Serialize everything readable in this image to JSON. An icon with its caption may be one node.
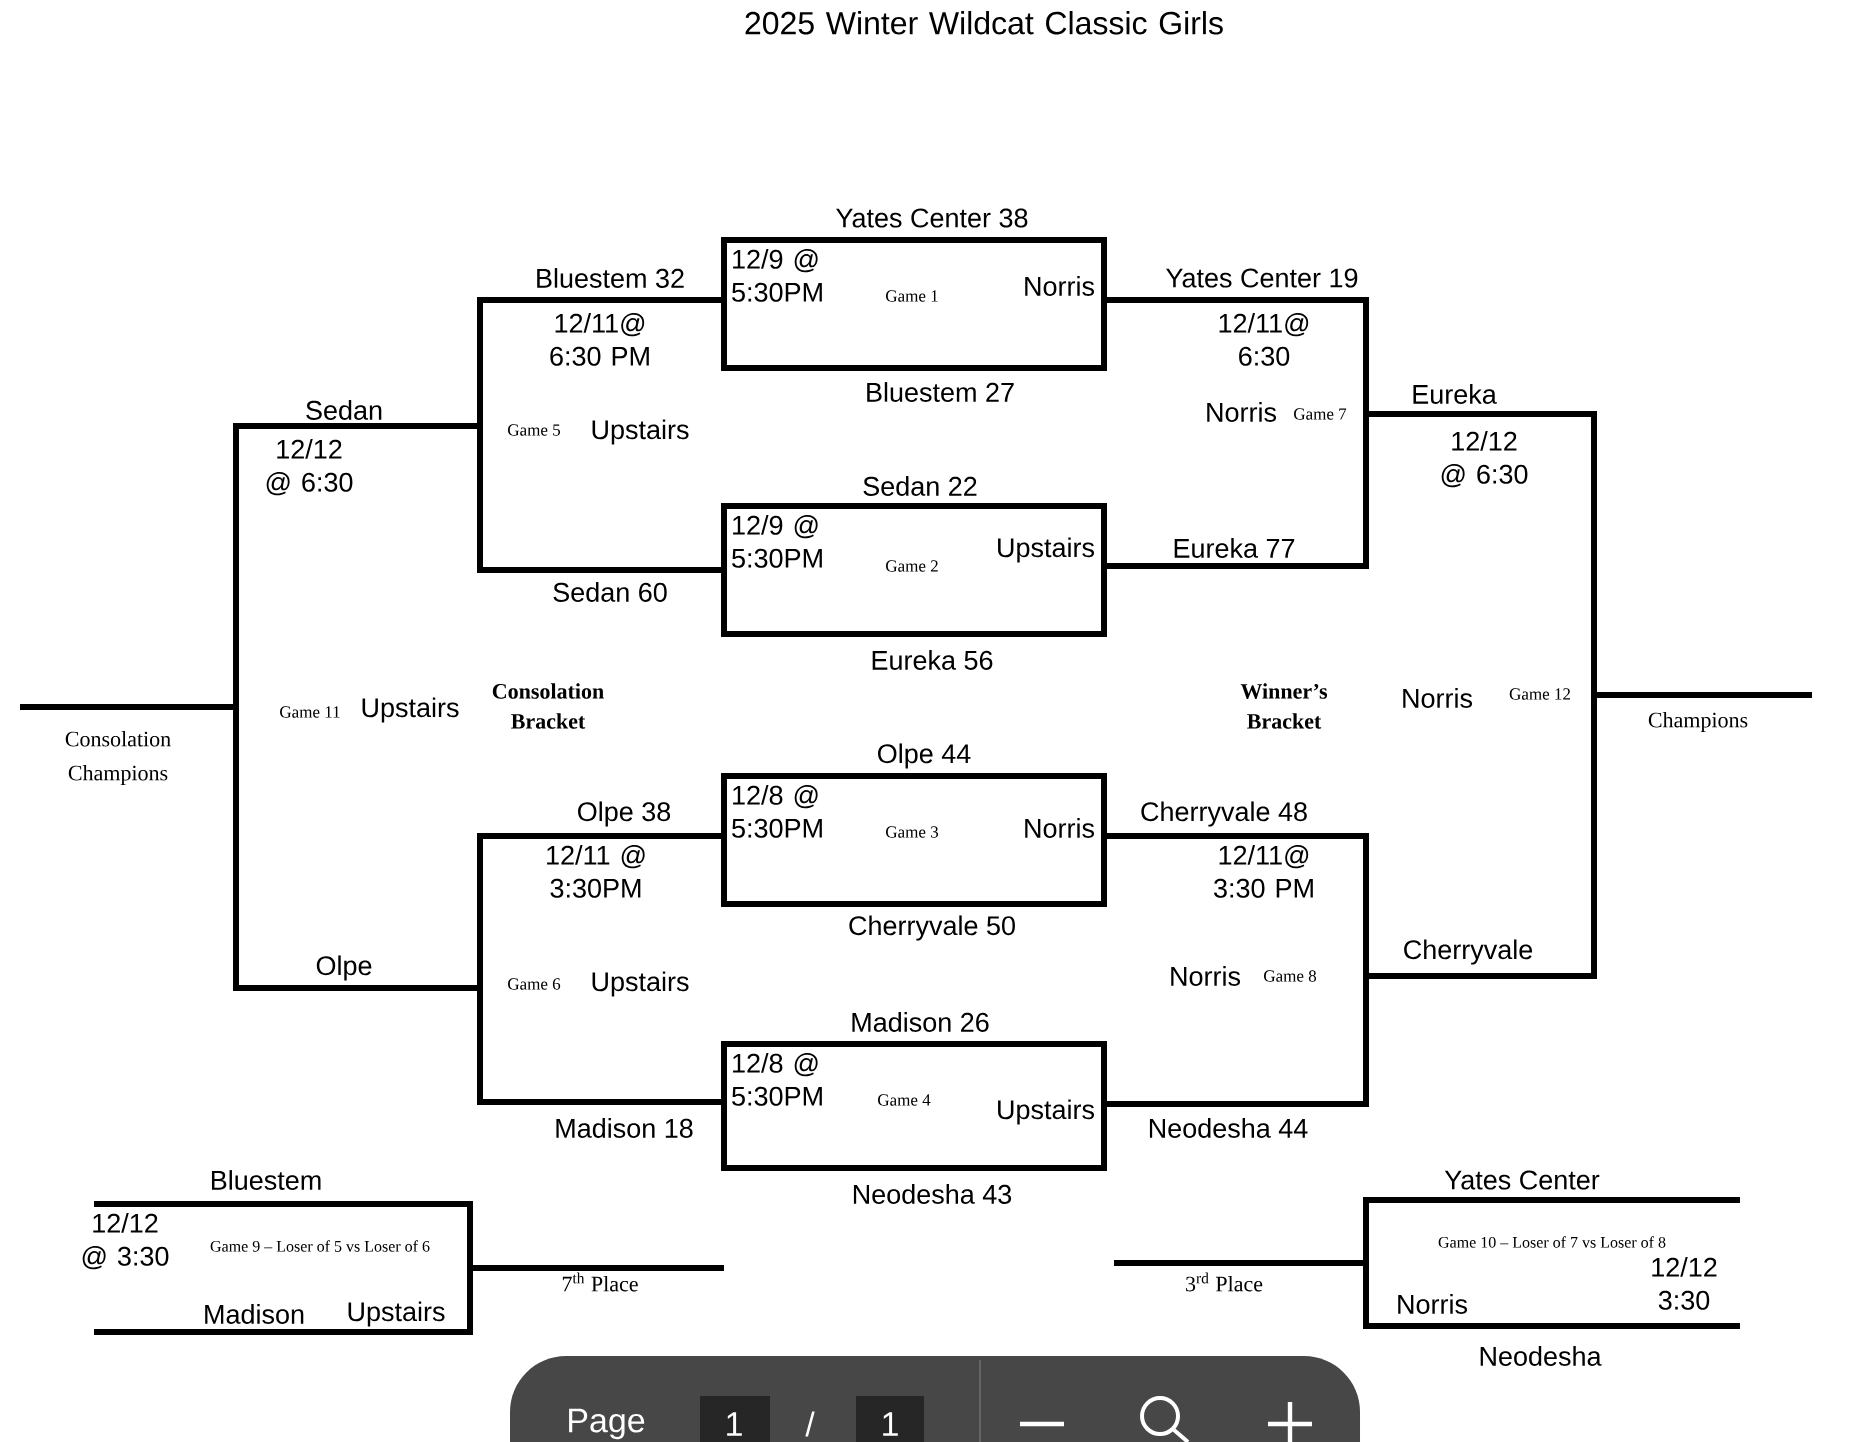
{
  "diagram": {
    "title": "2025 Winter Wildcat Classic Girls",
    "nodes": [
      {
        "text": [
          "12/9 @ 5:30PM",
          "Game 1",
          "Norris"
        ],
        "beside": [
          "Yates Center 38",
          "Bluestem 27"
        ]
      },
      {
        "text": [
          "Bluestem 32",
          "12/11@ 6:30 PM",
          "Game 5",
          "Upstairs",
          "Sedan 60"
        ]
      },
      {
        "text": [
          "Yates Center 19",
          "12/11@ 6:30",
          "Norris",
          "Game 7",
          "Eureka 77"
        ]
      },
      {
        "text": [
          "12/9 @ 5:30PM",
          "Game 2",
          "Upstairs"
        ],
        "beside": [
          "Sedan 22",
          "Eureka 56"
        ]
      },
      {
        "text": [
          "Sedan",
          "12/12 @ 6:30",
          "Game 11",
          "Upstairs",
          "Olpe"
        ]
      },
      {
        "text": [
          "Eureka",
          "12/12 @ 6:30",
          "Norris",
          "Game 12",
          "Cherryvale"
        ]
      },
      {
        "text": [
          "12/8 @ 5:30PM",
          "Game 3",
          "Norris"
        ],
        "beside": [
          "Olpe 44",
          "Cherryvale 50"
        ]
      },
      {
        "text": [
          "Olpe 38",
          "12/11 @ 3:30PM",
          "Game 6",
          "Upstairs",
          "Madison 18"
        ]
      },
      {
        "text": [
          "Cherryvale 48",
          "12/11@ 3:30 PM",
          "Norris",
          "Game 8",
          "Neodesha 44"
        ]
      },
      {
        "text": [
          "12/8 @ 5:30PM",
          "Game 4",
          "Upstairs"
        ],
        "beside": [
          "Madison 26",
          "Neodesha 43"
        ]
      },
      {
        "text": [
          "Bluestem",
          "12/12 @ 3:30",
          "Game 9 – Loser of 5 vs Loser of 6",
          "Madison",
          "Upstairs"
        ]
      },
      {
        "text": [
          "Yates Center",
          "Game 10 – Loser of 7 vs Loser of 8",
          "12/12 3:30",
          "Norris",
          "Neodesha"
        ]
      }
    ],
    "edges": [
      {
        "from": 4,
        "to": null,
        "arrow": "none",
        "label": "Consolation Champions"
      },
      {
        "from": 5,
        "to": null,
        "arrow": "none",
        "label": "Champions"
      },
      {
        "from": 10,
        "to": null,
        "arrow": "none",
        "label": "7$^{th}$ Place"
      },
      {
        "from": 11,
        "to": null,
        "arrow": "none",
        "label": "3$^{rd}$ Place"
      }
    ],
    "labels": [
      "Consolation Bracket",
      "Winner’s Bracket",
      "Page",
      "1",
      "/",
      "1"
    ]
  }
}
